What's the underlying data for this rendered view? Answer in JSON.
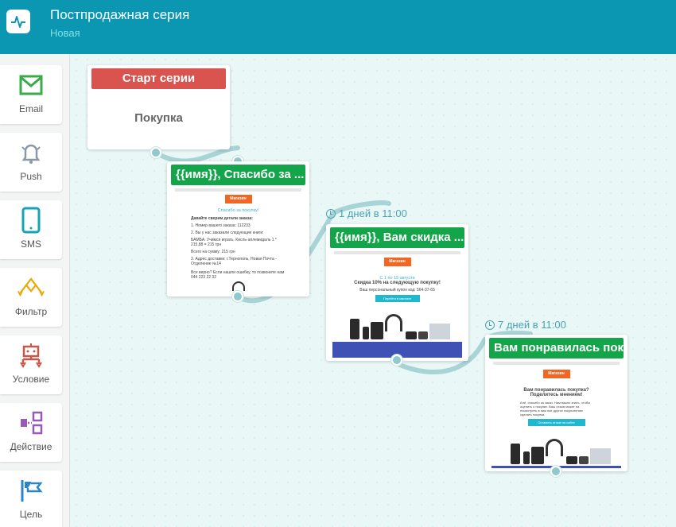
{
  "header": {
    "title": "Постпродажная серия",
    "status": "Новая"
  },
  "sidebar": {
    "items": [
      {
        "label": "Email",
        "icon": "email-icon",
        "color": "#3bab4a"
      },
      {
        "label": "Push",
        "icon": "bell-icon",
        "color": "#8a98a8"
      },
      {
        "label": "SMS",
        "icon": "phone-icon",
        "color": "#16a3b5"
      },
      {
        "label": "Фильтр",
        "icon": "filter-icon",
        "color": "#f0a500"
      },
      {
        "label": "Условие",
        "icon": "condition-icon",
        "color": "#c8584a"
      },
      {
        "label": "Действие",
        "icon": "action-icon",
        "color": "#9b59b6"
      },
      {
        "label": "Цель",
        "icon": "flag-icon",
        "color": "#2a86c8"
      }
    ]
  },
  "nodes": {
    "start": {
      "title": "Старт серии",
      "body": "Покупка"
    },
    "email1": {
      "title": "{{имя}}, Спасибо за ...",
      "preview": {
        "logo": "Магазин",
        "heading": "Спасибо за покупку!",
        "lines": [
          "Давайте сверим детали заказа:",
          "1. Номер вашего заказа: 112233",
          "2. Вы у нас заказали следующие книги:",
          "БАМБА. Учимся играть. Кисль-аплемидаль 1 * 215,88 = 215 грн",
          "Всего на сумму: 215 грн",
          "3. Адрес доставки: г.Тернополь, Новая Почта - Отделение №14",
          "Все верно? Если нашли ошибку, то позвоните нам 044 223 22 32"
        ]
      }
    },
    "email2": {
      "delay": "1 дней в 11:00",
      "title": "{{имя}}, Вам скидка ...",
      "preview": {
        "logo": "Магазин",
        "date_line": "С 1 по 15 августа",
        "heading": "Скидка 10% на следующую покупку!",
        "code_line": "Ваш персональный купон код: 564-37-65",
        "button": "Перейти в магазин"
      }
    },
    "email3": {
      "delay": "7 дней в 11:00",
      "title": "Вам понравилась пок...",
      "preview": {
        "logo": "Магазин",
        "heading": "Вам понравилась покупка? Поделитесь мнением!",
        "text": "Алё, спасибо за заказ. Нам важно знать, чтобы оценить о покупке. Ваш отзыв может на посмотреть в ниж пое других покупателям сделать покупки.",
        "button": "Оставить отзыв на сайте"
      }
    }
  },
  "colors": {
    "header": "#0b97b1",
    "start_head": "#d9534f",
    "email_head": "#14a54a",
    "connector": "#a9d4d6",
    "delay_text": "#4aa3b3"
  }
}
